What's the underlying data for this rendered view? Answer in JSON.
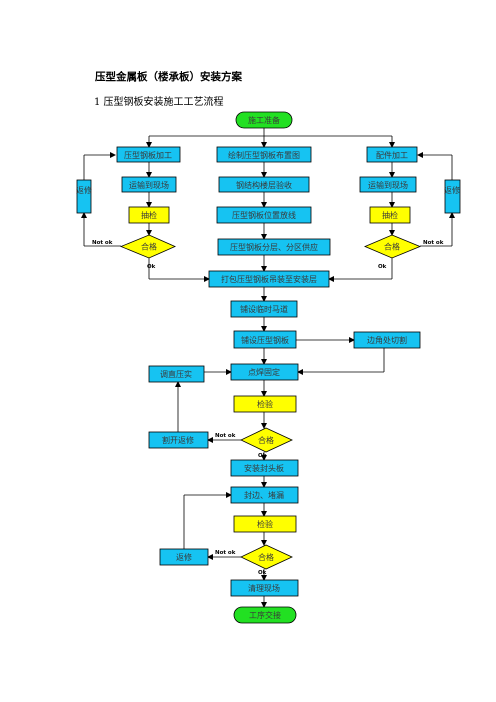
{
  "document": {
    "title": "压型金属板（楼承板）安装方案",
    "subtitle": "1 压型钢板安装施工工艺流程"
  },
  "colors": {
    "start": "#22e022",
    "process": "#16c3f2",
    "check": "#ffff00",
    "line": "#000000"
  },
  "flowchart": {
    "start": "施工准备",
    "left_process": "压型钢板加工",
    "left_transport": "运输到现场",
    "left_check": "抽检",
    "left_decision": "合格",
    "center_layout": "绘制压型钢板布置图",
    "center_accept": "钢结构楼层验收",
    "center_marking": "压型钢板位置放线",
    "center_stack": "压型钢板分层、分区供应",
    "right_process": "配件加工",
    "right_transport": "运输到现场",
    "right_check": "抽检",
    "right_decision": "合格",
    "left_return": "返修",
    "right_return": "返修",
    "unpack": "打包压型钢板吊装至安装层",
    "walkway": "铺设临时马道",
    "lay_sheet": "铺设压型钢板",
    "edge_cut": "边角处切割",
    "adjust": "调直压实",
    "spot_weld": "点焊固定",
    "inspect_1": "检验",
    "decision_1": "合格",
    "cut_repair": "割开返修",
    "install_end": "安装封头板",
    "seal_edges": "封边、堵漏",
    "inspect_2": "检验",
    "decision_2": "合格",
    "repair_2": "返修",
    "clean": "清理现场",
    "handover": "工序交接",
    "not_ok": "Not ok",
    "ok": "Ok"
  }
}
